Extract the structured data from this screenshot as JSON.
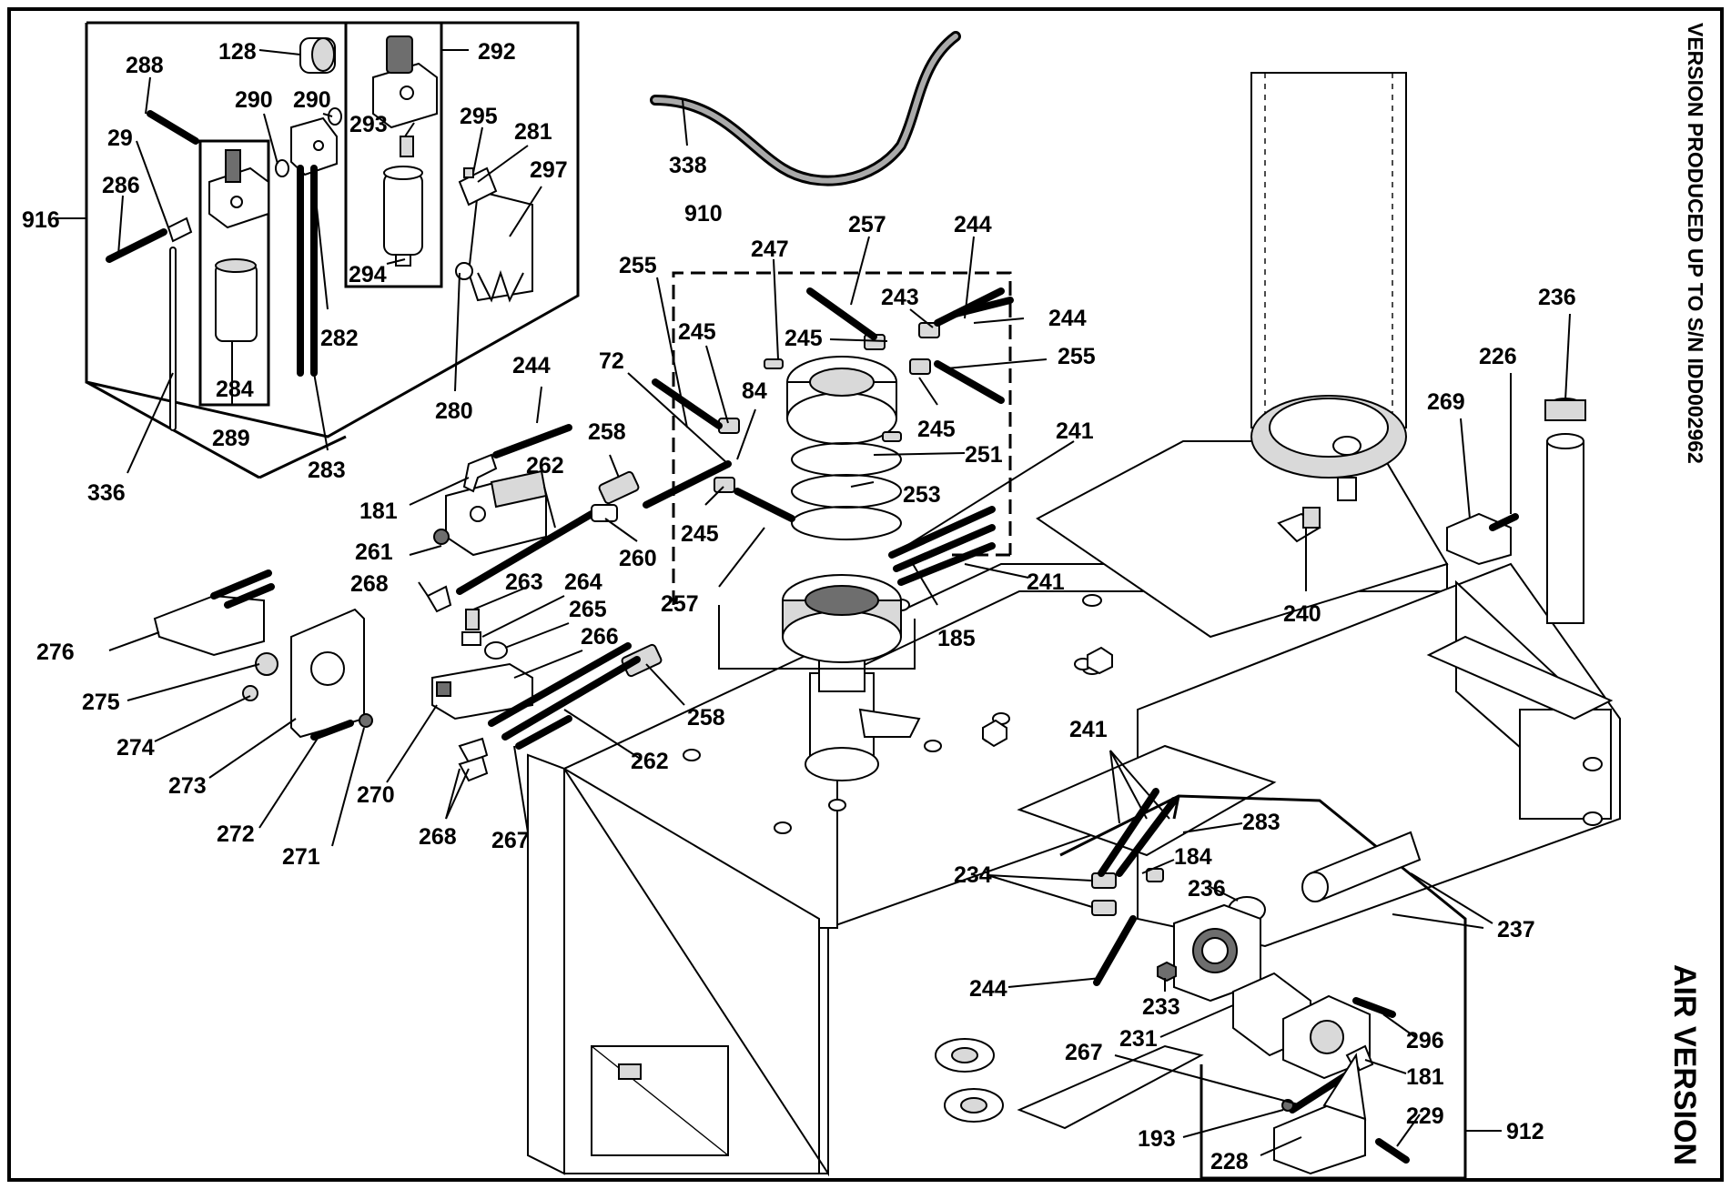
{
  "diagram": {
    "side_note": "VERSION PRODUCED UP TO S/N IDD002962",
    "version_label": "AIR VERSION",
    "part_numbers": [
      "916",
      "288",
      "29",
      "286",
      "128",
      "290",
      "290",
      "292",
      "293",
      "295",
      "281",
      "297",
      "294",
      "282",
      "284",
      "289",
      "336",
      "283",
      "280",
      "338",
      "910",
      "255",
      "245",
      "247",
      "257",
      "243",
      "244",
      "245",
      "244",
      "255",
      "72",
      "84",
      "245",
      "251",
      "241",
      "253",
      "245",
      "257",
      "241",
      "185",
      "244",
      "181",
      "262",
      "258",
      "261",
      "260",
      "268",
      "263",
      "264",
      "265",
      "266",
      "276",
      "275",
      "258",
      "274",
      "273",
      "270",
      "262",
      "272",
      "271",
      "268",
      "267",
      "236",
      "226",
      "269",
      "240",
      "241",
      "283",
      "184",
      "234",
      "236",
      "237",
      "244",
      "233",
      "231",
      "296",
      "267",
      "181",
      "193",
      "229",
      "912",
      "228"
    ]
  }
}
